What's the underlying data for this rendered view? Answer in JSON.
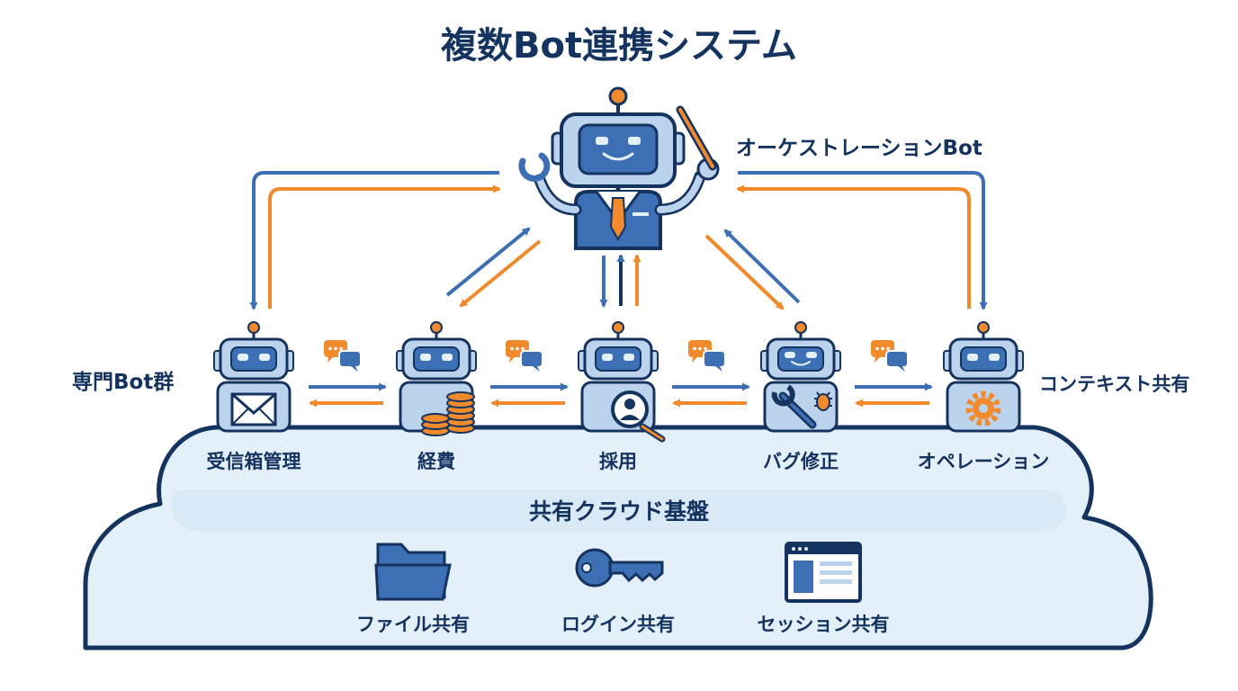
{
  "title": "複数Bot連携システム",
  "orchestrator": {
    "label": "オーケストレーションBot"
  },
  "side_labels": {
    "left": "専門Bot群",
    "right": "コンテキスト共有"
  },
  "specialist_bots": [
    {
      "label": "受信箱管理",
      "icon": "mail-icon"
    },
    {
      "label": "経費",
      "icon": "coins-icon"
    },
    {
      "label": "採用",
      "icon": "person-search-icon"
    },
    {
      "label": "バグ修正",
      "icon": "wrench-bug-icon"
    },
    {
      "label": "オペレーション",
      "icon": "gear-icon"
    }
  ],
  "cloud": {
    "title": "共有クラウド基盤",
    "items": [
      {
        "label": "ファイル共有",
        "icon": "folder-icon"
      },
      {
        "label": "ログイン共有",
        "icon": "key-icon"
      },
      {
        "label": "セッション共有",
        "icon": "browser-window-icon"
      }
    ]
  },
  "colors": {
    "navy": "#15335f",
    "blue": "#3c6fb4",
    "light_blue": "#bcd3ee",
    "orange": "#f08a2c",
    "cloud_fill": "#e3eff9"
  }
}
